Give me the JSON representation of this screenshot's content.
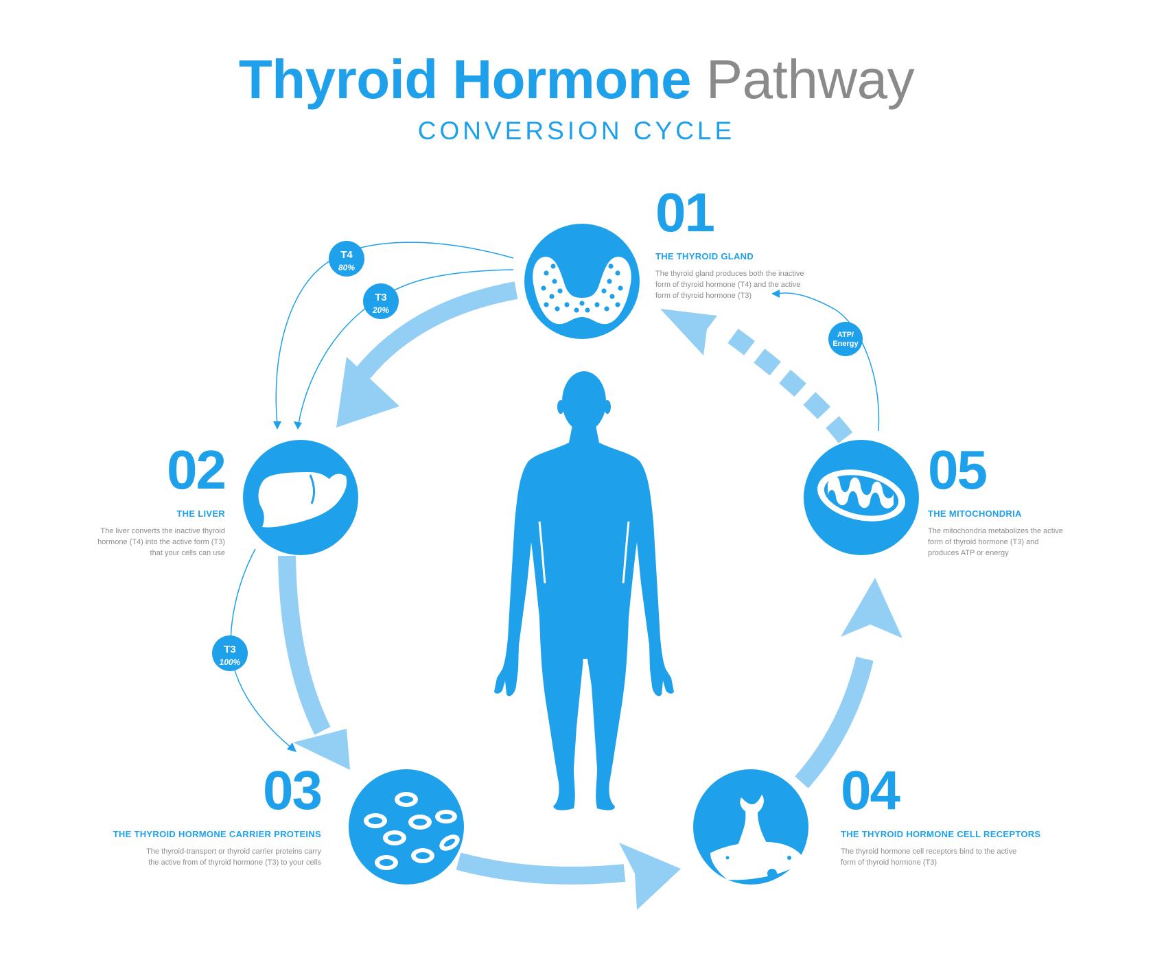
{
  "header": {
    "title_bold": "Thyroid Hormone",
    "title_light": "Pathway",
    "subtitle": "CONVERSION CYCLE"
  },
  "colors": {
    "primary": "#1fa0eb",
    "light_arrow": "#93cff4",
    "gray_text": "#8a8a8a",
    "background": "#ffffff"
  },
  "stages": [
    {
      "number": "01",
      "heading": "THE THYROID GLAND",
      "description_lines": [
        "The thyroid gland produces both the inactive",
        "form of thyroid hormone (T4) and the active",
        "form of thyroid hormone (T3)"
      ],
      "icon": "thyroid-gland-icon"
    },
    {
      "number": "02",
      "heading": "THE LIVER",
      "description_lines": [
        "The liver converts the inactive thyroid",
        "hormone (T4) into the active form (T3)",
        "that your cells can use"
      ],
      "icon": "liver-icon"
    },
    {
      "number": "03",
      "heading": "THE THYROID HORMONE CARRIER PROTEINS",
      "description_lines": [
        "The thyroid-transport or thyroid carrier proteins carry",
        "the active from of thyroid hormone (T3) to your cells"
      ],
      "icon": "carrier-proteins-icon"
    },
    {
      "number": "04",
      "heading": "THE THYROID HORMONE CELL RECEPTORS",
      "description_lines": [
        "The thyroid hormone cell receptors bind to the active",
        "form of thyroid hormone (T3)"
      ],
      "icon": "cell-receptor-icon"
    },
    {
      "number": "05",
      "heading": "THE MITOCHONDRIA",
      "description_lines": [
        "The mitochondria metabolizes the active",
        "form of thyroid hormone (T3) and",
        "produces ATP or energy"
      ],
      "icon": "mitochondria-icon"
    }
  ],
  "badges": [
    {
      "name": "t4-badge",
      "label": "T4",
      "value": "80%"
    },
    {
      "name": "t3-badge",
      "label": "T3",
      "value": "20%"
    },
    {
      "name": "t3-liver-badge",
      "label": "T3",
      "value": "100%"
    },
    {
      "name": "atp-badge",
      "label": "ATP/",
      "value": "Energy"
    }
  ],
  "center_icon": "human-body-icon"
}
